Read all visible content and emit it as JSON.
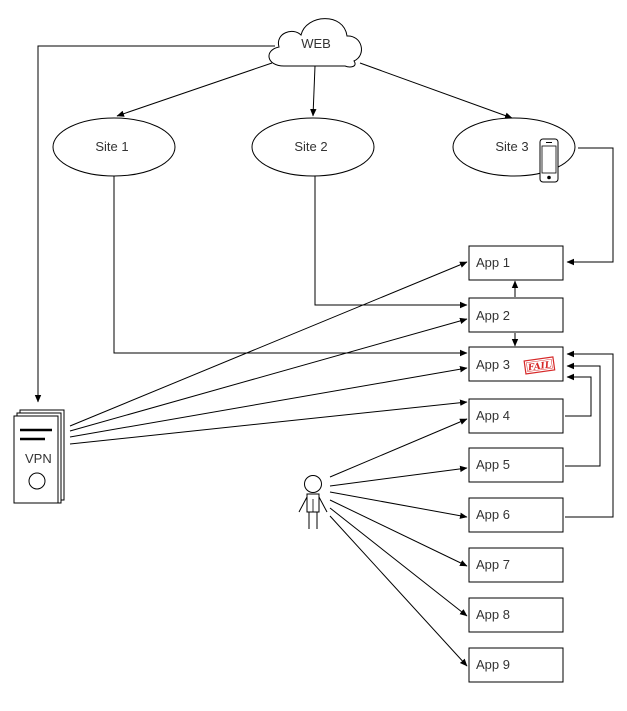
{
  "diagram": {
    "web": {
      "label": "WEB"
    },
    "sites": [
      {
        "label": "Site 1"
      },
      {
        "label": "Site 2"
      },
      {
        "label": "Site 3"
      }
    ],
    "apps": [
      {
        "label": "App 1"
      },
      {
        "label": "App 2"
      },
      {
        "label": "App 3",
        "badge": "FAIL"
      },
      {
        "label": "App 4"
      },
      {
        "label": "App 5"
      },
      {
        "label": "App 6"
      },
      {
        "label": "App 7"
      },
      {
        "label": "App 8"
      },
      {
        "label": "App 9"
      }
    ],
    "vpn": {
      "label": "VPN"
    },
    "icons": {
      "web": "cloud-icon",
      "vpn": "server-icon",
      "site3_device": "mobile-phone-icon",
      "user": "user-icon",
      "fail": "fail-stamp-icon"
    },
    "colors": {
      "fail_badge": "#d62828"
    }
  }
}
